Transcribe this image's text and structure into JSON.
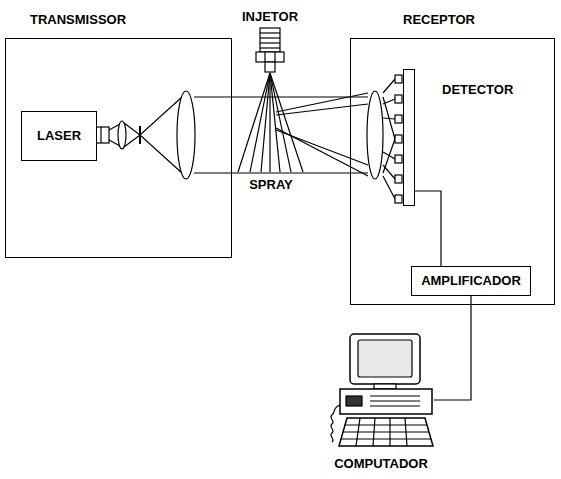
{
  "diagram": {
    "nodes": [
      {
        "text": [
          "TRANSMISSOR"
        ]
      },
      {
        "text": [
          "LASER"
        ],
        "in": 0
      },
      {
        "text": [
          "RECEPTOR"
        ]
      },
      {
        "text": [
          "DETECTOR"
        ],
        "in": 2
      },
      {
        "text": [
          "AMPLIFICADOR"
        ],
        "in": 2
      },
      {
        "text": [
          "COMPUTADOR"
        ]
      }
    ],
    "edges": [
      {
        "from": 3,
        "to": 4,
        "arrow": "none"
      },
      {
        "from": 4,
        "to": 5,
        "arrow": "none"
      }
    ],
    "labels": [
      "INJETOR",
      "SPRAY"
    ]
  }
}
